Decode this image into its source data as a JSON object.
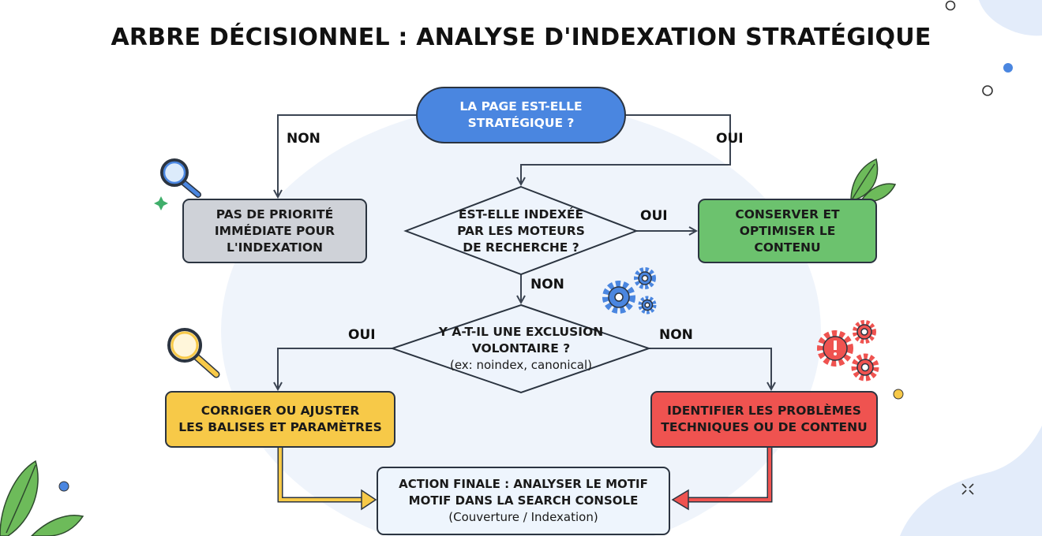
{
  "title": "ARBRE DÉCISIONNEL : ANALYSE D'INDEXATION STRATÉGIQUE",
  "nodes": {
    "start": {
      "line1": "LA PAGE EST-ELLE",
      "line2": "STRATÉGIQUE ?"
    },
    "no_priority": {
      "line1": "PAS DE PRIORITÉ",
      "line2": "IMMÉDIATE POUR",
      "line3": "L'INDEXATION"
    },
    "indexed": {
      "line1": "EST-ELLE INDEXÉE",
      "line2": "PAR LES MOTEURS",
      "line3": "DE RECHERCHE ?"
    },
    "keep": {
      "line1": "CONSERVER ET",
      "line2": "OPTIMISER LE",
      "line3": "CONTENU"
    },
    "exclusion": {
      "line1": "Y A-T-IL UNE EXCLUSION",
      "line2": "VOLONTAIRE ?",
      "line3": "(ex: noindex, canonical)"
    },
    "fix_tags": {
      "line1": "CORRIGER OU AJUSTER",
      "line2": "LES BALISES ET PARAMÈTRES"
    },
    "identify": {
      "line1": "IDENTIFIER LES PROBLÈMES",
      "line2": "TECHNIQUES OU DE CONTENU"
    },
    "final": {
      "line1": "ACTION FINALE : ANALYSER LE MOTIF",
      "line2": "MOTIF DANS LA SEARCH CONSOLE",
      "line3": "(Couverture / Indexation)"
    }
  },
  "edges": {
    "start_no": "NON",
    "start_yes": "OUI",
    "indexed_yes": "OUI",
    "indexed_no": "NON",
    "exclusion_yes": "OUI",
    "exclusion_no": "NON"
  },
  "colors": {
    "blue": "#4a86e0",
    "gray": "#cfd2d8",
    "diamond": "#eef4fc",
    "green": "#6cc26e",
    "yellow": "#f7c948",
    "red": "#ef5350",
    "final": "#eef5fd",
    "outline": "#2b3440",
    "arrow": "#3b4452",
    "blob": "#eaf1fb",
    "leaf": "#6dbb5a"
  },
  "icons": [
    "magnifier-blue-icon",
    "magnifier-yellow-icon",
    "gears-blue-icon",
    "gears-red-icon",
    "leaf-icon",
    "sparkle-icon"
  ]
}
